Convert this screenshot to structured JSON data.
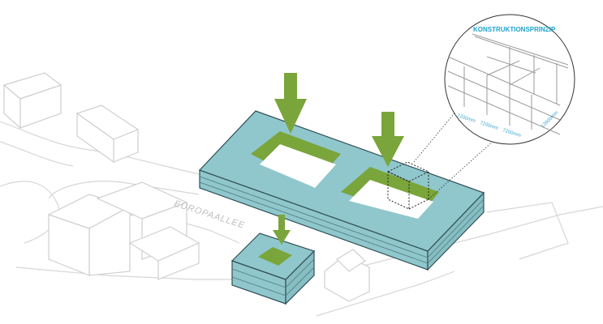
{
  "labels": {
    "construction_title": "KONSTRUKTIONSPRINZIP",
    "street_name": "EUROPAALLEE",
    "dimensions": [
      "7200mm",
      "7200mm",
      "7200mm",
      "12600mm"
    ]
  },
  "colors": {
    "building": "#8fc7cc",
    "courtyard": "#7aa53a",
    "accent": "#1fa3cf"
  }
}
